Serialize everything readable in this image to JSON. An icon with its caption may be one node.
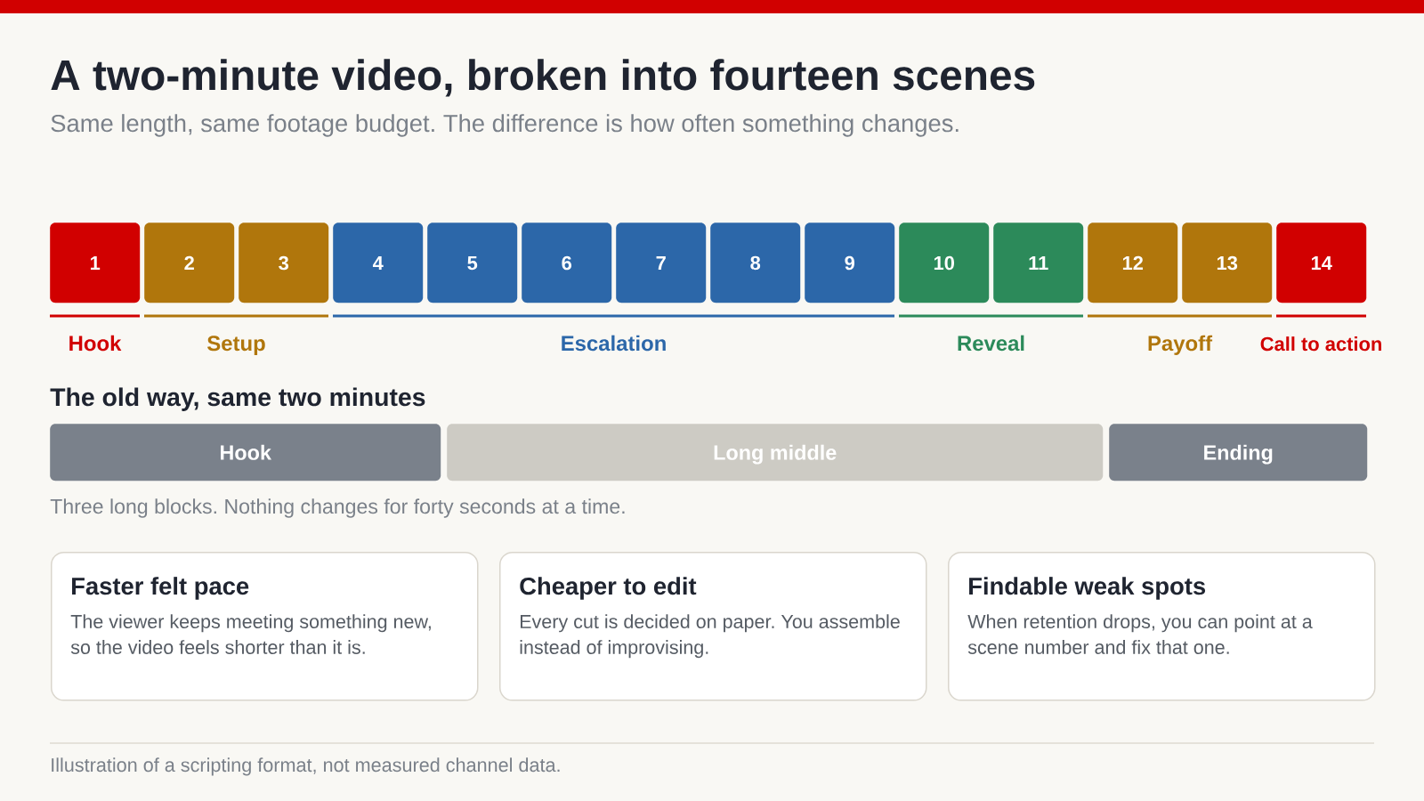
{
  "diagram": {
    "title": "A two-minute video, broken into fourteen scenes",
    "caption": "Illustration of a scripting format, not measured channel data.",
    "nodes": [
      {
        "text": [
          "1"
        ]
      },
      {
        "text": [
          "2"
        ]
      },
      {
        "text": [
          "3"
        ]
      },
      {
        "text": [
          "4"
        ]
      },
      {
        "text": [
          "5"
        ]
      },
      {
        "text": [
          "6"
        ]
      },
      {
        "text": [
          "7"
        ]
      },
      {
        "text": [
          "8"
        ]
      },
      {
        "text": [
          "9"
        ]
      },
      {
        "text": [
          "10"
        ]
      },
      {
        "text": [
          "11"
        ]
      },
      {
        "text": [
          "12"
        ]
      },
      {
        "text": [
          "13"
        ]
      },
      {
        "text": [
          "14"
        ]
      },
      {
        "text": [
          "Hook"
        ]
      },
      {
        "text": [
          "Long middle"
        ]
      },
      {
        "text": [
          "Ending"
        ]
      },
      {
        "text": [
          "Faster felt pace",
          "The viewer keeps meeting something new, so the video feels shorter than it is."
        ]
      },
      {
        "text": [
          "Cheaper to edit",
          "Every cut is decided on paper. You assemble instead of improvising."
        ]
      },
      {
        "text": [
          "Findable weak spots",
          "When retention drops, you can point at a scene number and fix that one."
        ]
      }
    ],
    "labels": [
      "Same length, same footage budget. The difference is how often something changes.",
      "Hook",
      "Setup",
      "Escalation",
      "Reveal",
      "Payoff",
      "Call to action",
      "The old way, same two minutes",
      "Three long blocks. Nothing changes for forty seconds at a time."
    ]
  }
}
